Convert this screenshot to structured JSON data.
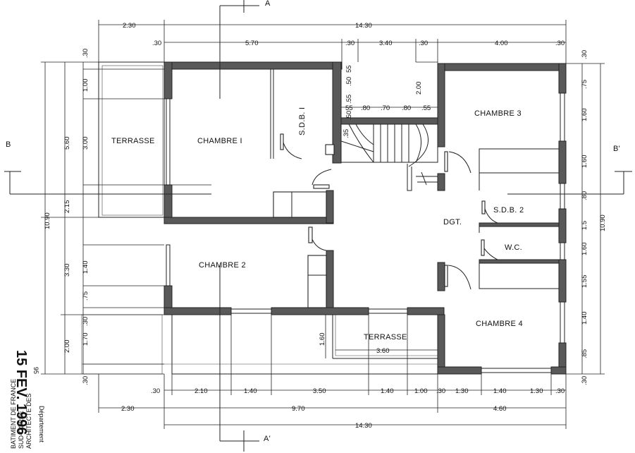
{
  "rooms": {
    "terrasse_left": "TERRASSE",
    "chambre1": "CHAMBRE I",
    "sdb1": "S.D.B. I",
    "chambre2": "CHAMBRE 2",
    "chambre3": "CHAMBRE 3",
    "sdb2": "S.D.B. 2",
    "dgt": "DGT.",
    "wc": "W.C.",
    "chambre4": "CHAMBRE 4",
    "terrasse_bottom": "TERRASSE"
  },
  "section_marks": {
    "a_top": "A",
    "a_bottom": "A'",
    "b_left": "B",
    "b_right": "B'"
  },
  "dimensions": {
    "top_outer_left": "2.30",
    "top_outer_total": "14.30",
    "top_inner": [
      ".30",
      "5.70",
      ".30",
      "3.40",
      ".30",
      "4.00",
      ".30"
    ],
    "stair_inner": [
      "55",
      ".80",
      ".70",
      ".80",
      ".55"
    ],
    "stair_vert": [
      "55",
      ".50",
      ".55",
      ".50",
      ".35"
    ],
    "stair_depth": "2.00",
    "left_outer_total": "10.90",
    "left_outer_mid": [
      "5.60",
      "2.15",
      "3.30",
      "2.00"
    ],
    "left_inner": [
      ".30",
      "1.00",
      "3.00",
      "1.40",
      ".75",
      ".30",
      "1.70",
      ".30"
    ],
    "right_inner": [
      ".30",
      ".75",
      "1.60",
      "1.60",
      ".80",
      "1.5",
      "1.60",
      "1.55",
      "1.40",
      ".85",
      ".30"
    ],
    "right_outer_total": "10.90",
    "bottom_inner": [
      ".30",
      "2.10",
      "1.40",
      "3.50",
      "1.40",
      "1.00",
      ".30",
      "1.30",
      "1.40",
      "1.30",
      ".30"
    ],
    "bottom_mid_left": "2.30",
    "bottom_mid": "9.70",
    "bottom_mid_right": "4.60",
    "bottom_outer_total": "14.30",
    "terrasse_depth": "1.60",
    "terrasse_width": "3.60"
  },
  "stamp": {
    "date": "15 FEV. 1996",
    "number": "95",
    "line1": "BATIMENT DE FRANCE",
    "line2": "SUD-CORSE",
    "line3": "ARCHITECTE DES",
    "line4": "Département"
  }
}
